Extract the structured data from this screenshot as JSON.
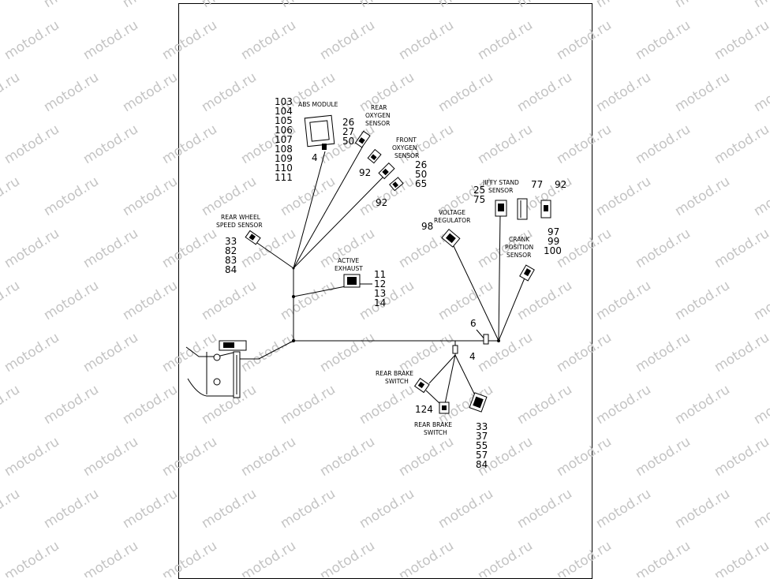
{
  "watermark": "motod.ru",
  "components": {
    "abs_module": {
      "label": "ABS MODULE",
      "refs": [
        "103",
        "104",
        "105",
        "106",
        "107",
        "108",
        "109",
        "110",
        "111"
      ],
      "ref_extra": "4"
    },
    "rear_oxygen": {
      "label_lines": [
        "REAR",
        "OXYGEN",
        "SENSOR"
      ],
      "refs": [
        "26",
        "27",
        "50"
      ],
      "ref_extra": "92"
    },
    "front_oxygen": {
      "label_lines": [
        "FRONT",
        "OXYGEN",
        "SENSOR"
      ],
      "refs": [
        "26",
        "50",
        "65"
      ],
      "ref_extra": "92"
    },
    "rear_wheel_speed": {
      "label_lines": [
        "REAR WHEEL",
        "SPEED SENSOR"
      ],
      "refs": [
        "33",
        "82",
        "83",
        "84"
      ]
    },
    "active_exhaust": {
      "label_lines": [
        "ACTIVE",
        "EXHAUST"
      ],
      "refs": [
        "11",
        "12",
        "13",
        "14"
      ]
    },
    "voltage_regulator": {
      "label_lines": [
        "VOLTAGE",
        "REGULATOR"
      ],
      "ref": "98"
    },
    "jiffy_stand": {
      "label_lines": [
        "JIFFY STAND",
        "SENSOR"
      ],
      "refs": [
        "25",
        "75"
      ]
    },
    "jiffy_extra_refs": [
      "77",
      "92"
    ],
    "crank_position": {
      "label_lines": [
        "CRANK",
        "POSITION",
        "SENSOR"
      ],
      "refs": [
        "97",
        "99",
        "100"
      ]
    },
    "junction_refs": [
      "6",
      "4"
    ],
    "rear_brake_upper": {
      "label_lines": [
        "REAR BRAKE",
        "SWITCH"
      ]
    },
    "rear_brake_lower": {
      "label_lines": [
        "REAR BRAKE",
        "SWITCH"
      ],
      "ref": "124"
    },
    "bottom_connector": {
      "refs": [
        "33",
        "37",
        "55",
        "57",
        "84"
      ]
    }
  }
}
